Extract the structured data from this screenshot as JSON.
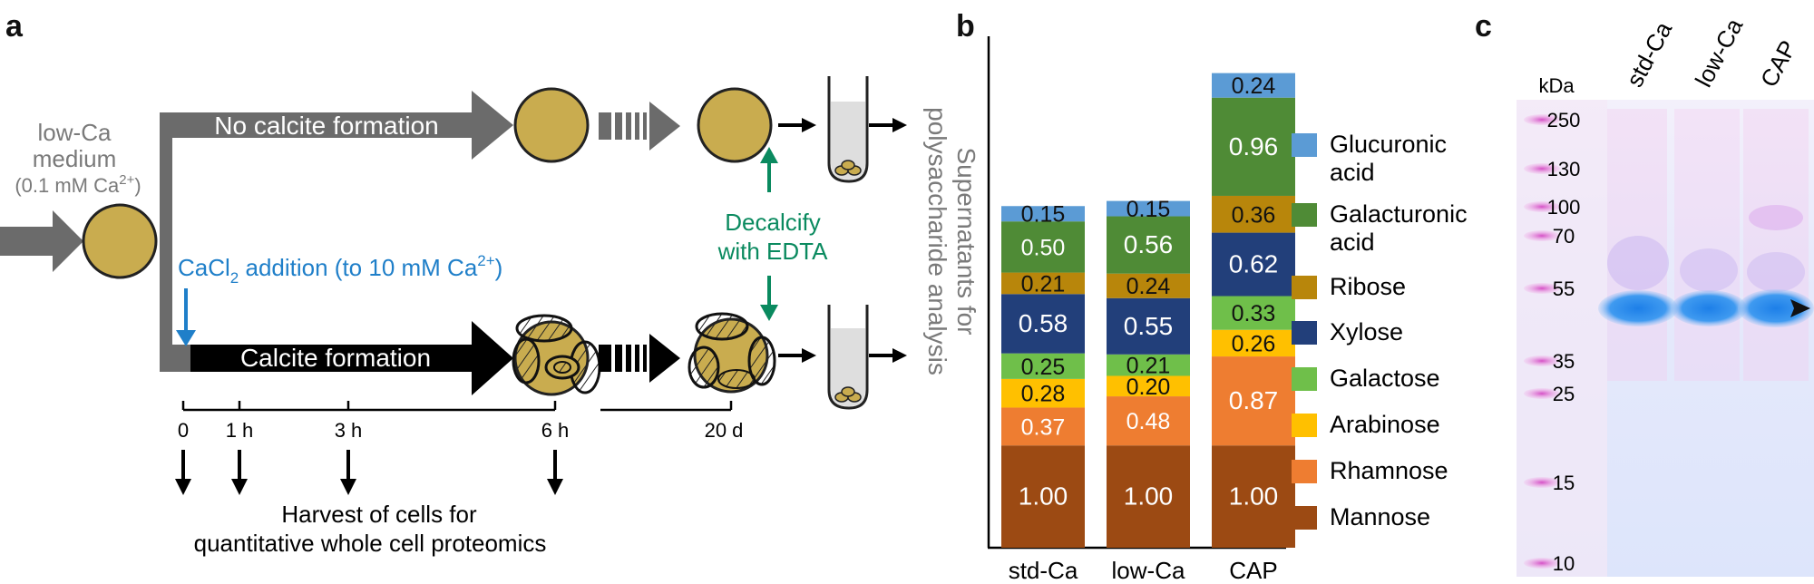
{
  "panel_a": {
    "letter": "a",
    "medium_line1": "low-Ca",
    "medium_line2": "medium",
    "medium_line3_prefix": "(0.1 mM Ca",
    "medium_line3_sup": "2+",
    "medium_line3_suffix": ")",
    "branch_top": "No calcite formation",
    "branch_bottom": "Calcite formation",
    "addition_prefix": "CaCl",
    "addition_sub": "2",
    "addition_mid": " addition (to 10 mM Ca",
    "addition_sup": "2+",
    "addition_suffix": ")",
    "decalcify_line1": "Decalcify",
    "decalcify_line2": "with EDTA",
    "supernatant_line1": "Supernatants for",
    "supernatant_line2": "polysaccharide analysis",
    "timeline_ticks": [
      "0",
      "1 h",
      "3 h",
      "6 h"
    ],
    "timeline_end": "20 d",
    "harvest_line1": "Harvest of cells for",
    "harvest_line2": "quantitative whole cell proteomics",
    "colors": {
      "cell": "#c9ac4f",
      "grey_arrow": "#6b6b6b",
      "blue": "#1f7fc9",
      "green": "#0a8a5f"
    }
  },
  "panel_b": {
    "letter": "b",
    "chart_data": {
      "type": "bar",
      "stacked": true,
      "categories": [
        "std-Ca",
        "low-Ca",
        "CAP"
      ],
      "series": [
        {
          "name": "Mannose",
          "color": "#9c4a13",
          "values": [
            1.0,
            1.0,
            1.0
          ],
          "labels": [
            "1.00",
            "1.00",
            "1.00"
          ]
        },
        {
          "name": "Rhamnose",
          "color": "#ee7d31",
          "values": [
            0.37,
            0.48,
            0.87
          ],
          "labels": [
            "0.37",
            "0.48",
            "0.87"
          ]
        },
        {
          "name": "Arabinose",
          "color": "#ffc000",
          "values": [
            0.28,
            0.2,
            0.26
          ],
          "labels": [
            "0.28",
            "0.20",
            "0.26"
          ]
        },
        {
          "name": "Galactose",
          "color": "#6fbf4a",
          "values": [
            0.25,
            0.21,
            0.33
          ],
          "labels": [
            "0.25",
            "0.21",
            "0.33"
          ]
        },
        {
          "name": "Xylose",
          "color": "#223f7a",
          "values": [
            0.58,
            0.55,
            0.62
          ],
          "labels": [
            "0.58",
            "0.55",
            "0.62"
          ]
        },
        {
          "name": "Ribose",
          "color": "#b8860b",
          "values": [
            0.21,
            0.24,
            0.36
          ],
          "labels": [
            "0.21",
            "0.24",
            "0.36"
          ]
        },
        {
          "name": "Galacturonic acid",
          "color": "#4f8b36",
          "values": [
            0.5,
            0.56,
            0.96
          ],
          "labels": [
            "0.50",
            "0.56",
            "0.96"
          ]
        },
        {
          "name": "Glucuronic acid",
          "color": "#5b9bd5",
          "values": [
            0.15,
            0.15,
            0.24
          ],
          "labels": [
            "0.15",
            "0.15",
            "0.24"
          ]
        }
      ],
      "legend": [
        [
          "Glucuronic",
          "acid"
        ],
        [
          "Galacturonic",
          "acid"
        ],
        [
          "Ribose"
        ],
        [
          "Xylose"
        ],
        [
          "Galactose"
        ],
        [
          "Arabinose"
        ],
        [
          "Rhamnose"
        ],
        [
          "Mannose"
        ]
      ],
      "legend_position": "right",
      "ylim": [
        0,
        5.0
      ],
      "grid": false
    }
  },
  "panel_c": {
    "letter": "c",
    "unit_label": "kDa",
    "lane_labels": [
      "std-Ca",
      "low-Ca",
      "CAP"
    ],
    "markers": [
      "250",
      "130",
      "100",
      "70",
      "55",
      "35",
      "25",
      "15",
      "10"
    ]
  }
}
